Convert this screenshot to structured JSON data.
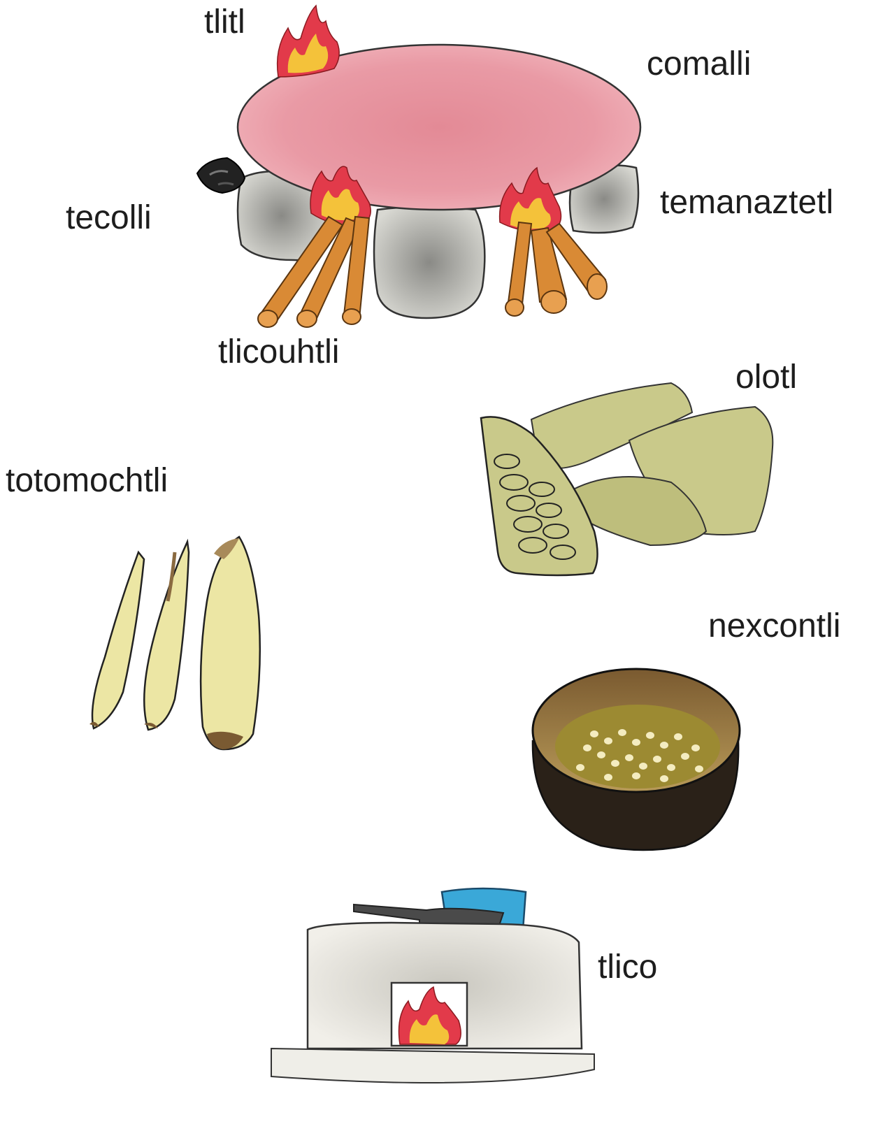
{
  "labels": {
    "tlitl": "tlitl",
    "comalli": "comalli",
    "tecolli": "tecolli",
    "temanaztetl": "temanaztetl",
    "tlicouhtli": "tlicouhtli",
    "olotl": "olotl",
    "totomochtli": "totomochtli",
    "nexcontli": "nexcontli",
    "tlico": "tlico"
  },
  "colors": {
    "comal": "#e8909c",
    "stone": "#a8a8a2",
    "wood": "#d98a35",
    "flame_red": "#e23a4a",
    "flame_yellow": "#f4c23a",
    "husk": "#ece6a4",
    "cob": "#c9c98a",
    "bowl": "#2a2118",
    "stove": "#e8e6df",
    "pot": "#3aa8d8"
  }
}
